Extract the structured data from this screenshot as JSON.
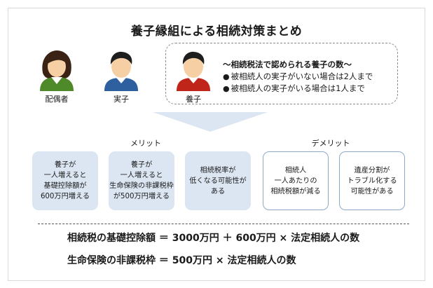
{
  "title": "養子縁組による相続対策まとめ",
  "persons": [
    {
      "label": "配偶者",
      "icon": "spouse-woman-icon",
      "color": "#4f8a2a"
    },
    {
      "label": "実子",
      "icon": "biological-child-icon",
      "color": "#2e5f9e"
    },
    {
      "label": "養子",
      "icon": "adopted-child-icon",
      "color": "#c0251a"
    }
  ],
  "note": {
    "heading": "～相続税法で認められる養子の数～",
    "lines": [
      "被相続人の実子がいない場合は2人まで",
      "被相続人の実子がいる場合は1人まで"
    ],
    "bullet": "●"
  },
  "merit_label": "メリット",
  "demerit_label": "デメリット",
  "merits": [
    [
      "養子が",
      "一人増えると",
      "基礎控除額が",
      "600万円増える"
    ],
    [
      "養子が",
      "一人増えると",
      "生命保険の非課税枠",
      "が500万円増える"
    ],
    [
      "相続税率が",
      "低くなる可能性が",
      "ある"
    ]
  ],
  "demerits": [
    [
      "相続人",
      "一人あたりの",
      "相続税額が減る"
    ],
    [
      "遺産分割が",
      "トラブル化する",
      "可能性がある"
    ]
  ],
  "formulas": [
    "相続税の基礎控除額 ＝ 3000万円 ＋ 600万円 × 法定相続人の数",
    "生命保険の非課税枠 ＝ 500万円 × 法定相続人の数"
  ],
  "colors": {
    "merit_fill": "#dce6f2",
    "demerit_border": "#8ea9c8",
    "arrow": "#dce6f2"
  }
}
